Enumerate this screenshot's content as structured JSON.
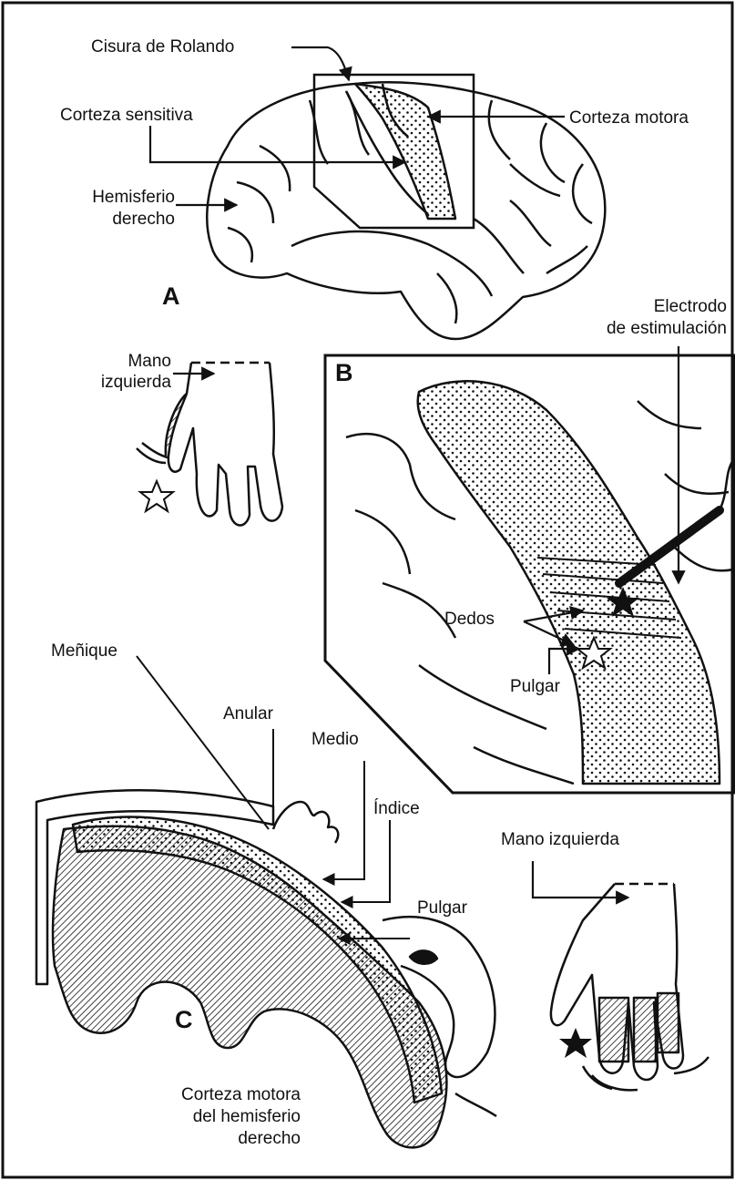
{
  "panel_a": {
    "letter": "A",
    "labels": {
      "rolando": "Cisura de Rolando",
      "sensory": "Corteza sensitiva",
      "motor": "Corteza motora",
      "hemisphere_1": "Hemisferio",
      "hemisphere_2": "derecho"
    }
  },
  "hand_top": {
    "line_1": "Mano",
    "line_2": "izquierda"
  },
  "panel_b": {
    "letter": "B",
    "labels": {
      "electrode_1": "Electrodo",
      "electrode_2": "de estimulación",
      "fingers": "Dedos",
      "thumb": "Pulgar"
    }
  },
  "panel_c": {
    "letter": "C",
    "labels": {
      "pinky": "Meñique",
      "ring": "Anular",
      "middle": "Medio",
      "index": "Índice",
      "thumb": "Pulgar",
      "hand": "Mano izquierda",
      "caption_1": "Corteza motora",
      "caption_2": "del hemisferio",
      "caption_3": "derecho"
    }
  },
  "colors": {
    "ink": "#111111",
    "paper": "#ffffff"
  }
}
